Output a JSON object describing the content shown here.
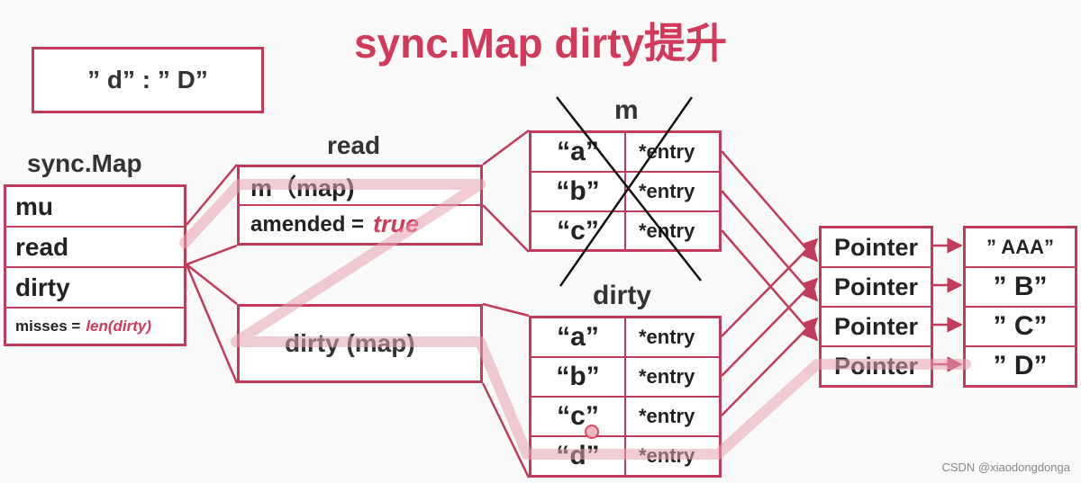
{
  "title": "sync.Map dirty提升",
  "note": {
    "text": "” d” : ” D”"
  },
  "sync_map": {
    "label": "sync.Map",
    "fields": [
      "mu",
      "read",
      "dirty"
    ],
    "misses_label": "misses =",
    "misses_value": "len(dirty)"
  },
  "read_struct": {
    "label": "read",
    "field_m": "m（map)",
    "amended_label": "amended =",
    "amended_value": "true"
  },
  "dirty_struct": {
    "field": "dirty (map)"
  },
  "m_table": {
    "label": "m",
    "rows": [
      {
        "key": "“a”",
        "value": "*entry"
      },
      {
        "key": "“b”",
        "value": "*entry"
      },
      {
        "key": "“c”",
        "value": "*entry"
      }
    ]
  },
  "dirty_table": {
    "label": "dirty",
    "rows": [
      {
        "key": "“a”",
        "value": "*entry"
      },
      {
        "key": "“b”",
        "value": "*entry"
      },
      {
        "key": "“c”",
        "value": "*entry"
      },
      {
        "key": "“d”",
        "value": "*entry"
      }
    ]
  },
  "pointers": [
    "Pointer",
    "Pointer",
    "Pointer",
    "Pointer"
  ],
  "values": [
    "” AAA”",
    "” B”",
    "” C”",
    "” D”"
  ],
  "watermark": "CSDN @xiaodongdonga",
  "colors": {
    "accent": "#c13b5a",
    "title": "#d23a5b",
    "highlight": "#e7a1b0"
  }
}
